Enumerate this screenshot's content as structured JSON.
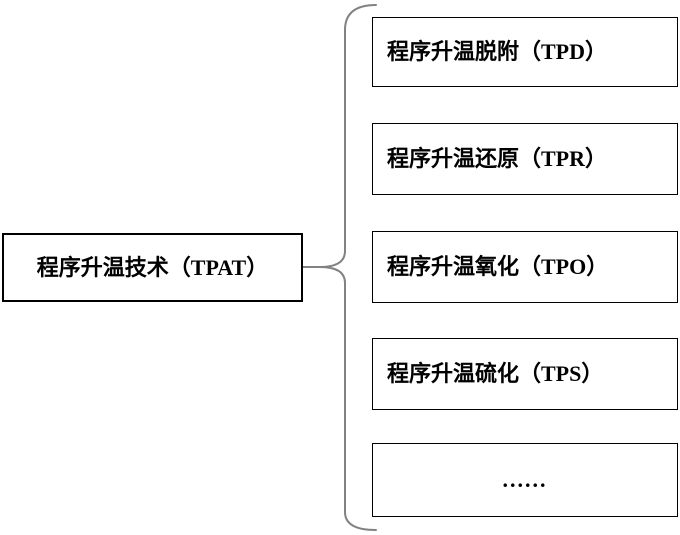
{
  "diagram": {
    "root": {
      "label": "程序升温技术（TPAT）"
    },
    "branches": [
      {
        "label": "程序升温脱附（TPD）"
      },
      {
        "label": "程序升温还原（TPR）"
      },
      {
        "label": "程序升温氧化（TPO）"
      },
      {
        "label": "程序升温硫化（TPS）"
      },
      {
        "label": "......"
      }
    ],
    "colors": {
      "background": "#ffffff",
      "box_border": "#000000",
      "text": "#000000",
      "brace": "#828282"
    }
  }
}
